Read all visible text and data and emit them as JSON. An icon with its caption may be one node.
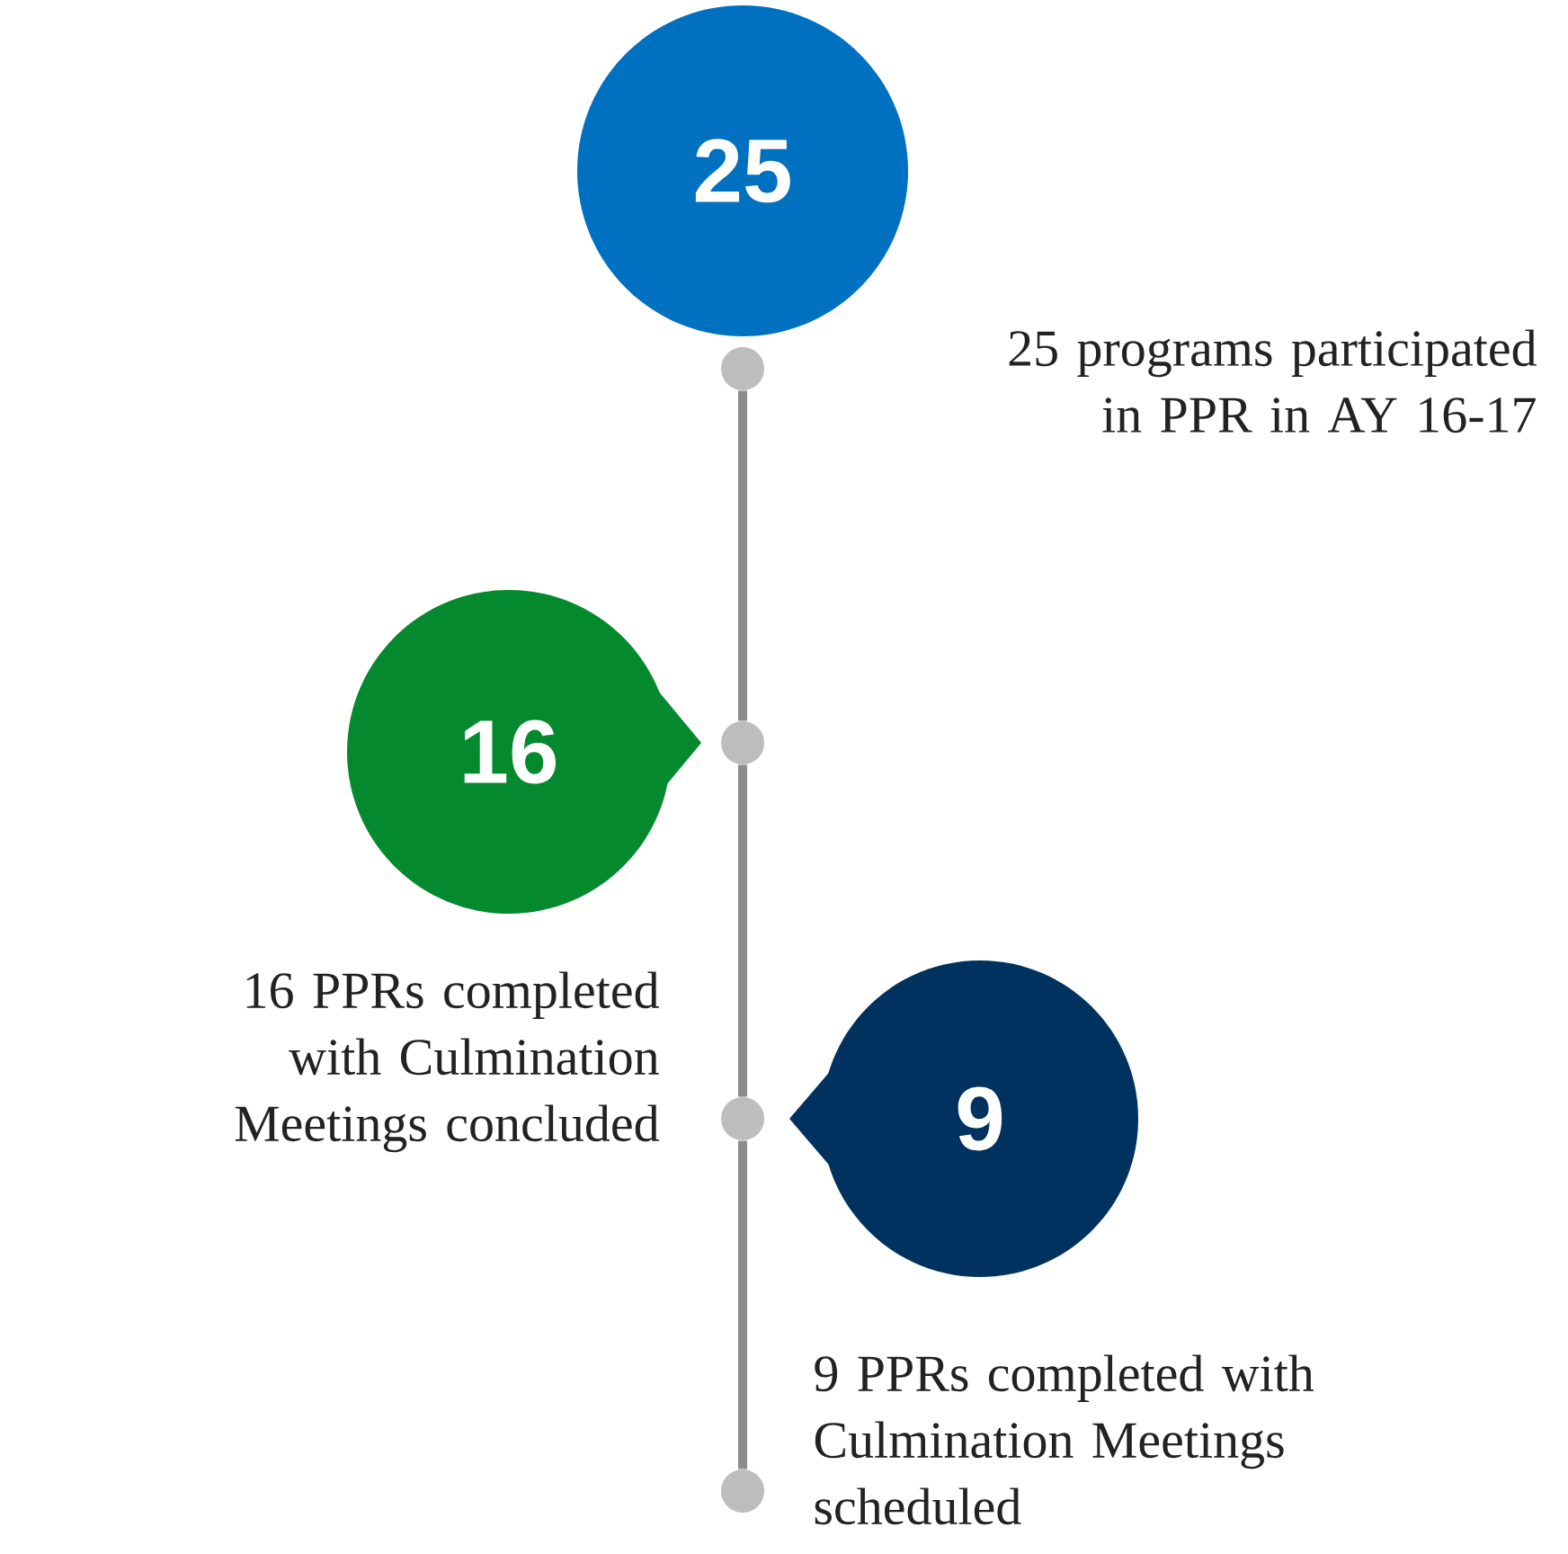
{
  "diagram": {
    "nodes": [
      {
        "text": [
          "25"
        ],
        "beside": [
          "25 programs participated in PPR in AY 16-17"
        ]
      },
      {
        "text": [],
        "shape": "circle"
      },
      {
        "text": [
          "16"
        ],
        "beside": [
          "16 PPRs completed with Culmination Meetings concluded"
        ]
      },
      {
        "text": [],
        "shape": "circle"
      },
      {
        "text": [],
        "shape": "circle"
      },
      {
        "text": [
          "9"
        ],
        "beside": [
          "9 PPRs completed with Culmination Meetings scheduled"
        ]
      },
      {
        "text": [],
        "shape": "circle"
      }
    ],
    "edges": [
      {
        "from": 1,
        "to": 3,
        "arrow": "none"
      },
      {
        "from": 3,
        "to": 4,
        "arrow": "none"
      },
      {
        "from": 4,
        "to": 6,
        "arrow": "none"
      }
    ]
  }
}
